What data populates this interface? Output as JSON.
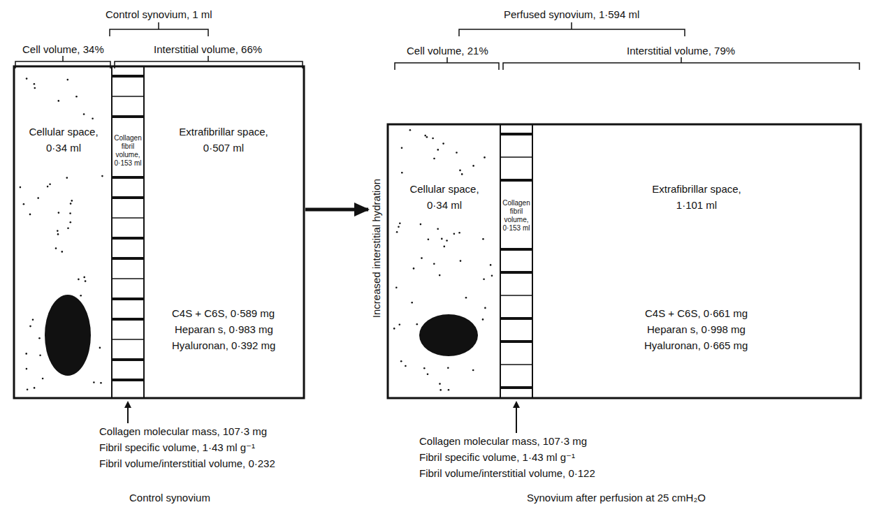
{
  "diagram": {
    "nodes": [
      {
        "text": [
          "Cellular space, 0·34 ml"
        ]
      },
      {
        "text": [
          "Collagen fibril volume, 0·153 ml"
        ]
      },
      {
        "text": [
          "Extrafibrillar space, 0·507 ml",
          "C4S + C6S, 0·589 mg",
          "Heparan s, 0·983 mg",
          "Hyaluronan, 0·392 mg"
        ]
      },
      {
        "text": [
          "Cellular space, 0·34 ml"
        ]
      },
      {
        "text": [
          "Collagen fibril volume, 0·153 ml"
        ]
      },
      {
        "text": [
          "Extrafibrillar space, 1·101 ml",
          "C4S + C6S, 0·661 mg",
          "Heparan s, 0·998 mg",
          "Hyaluronan, 0·665 mg"
        ]
      }
    ],
    "edges": [
      {
        "from": 2,
        "to": 3,
        "arrow": "to"
      }
    ],
    "labels": [
      "Control synovium, 1 ml",
      "Cell volume, 34%",
      "Interstitial volume, 66%",
      "Collagen molecular mass, 107·3 mg",
      "Fibril specific volume, 1·43 ml g⁻¹",
      "Fibril volume/interstitial volume, 0·232",
      "Control synovium",
      "Perfused synovium, 1·594 ml",
      "Cell volume, 21%",
      "Interstitial volume, 79%",
      "Increased interstitial hydration",
      "Collagen molecular mass, 107·3 mg",
      "Fibril specific volume, 1·43 ml g⁻¹",
      "Fibril volume/interstitial volume, 0·122",
      "Synovium after perfusion at 25 cmH₂O"
    ]
  }
}
